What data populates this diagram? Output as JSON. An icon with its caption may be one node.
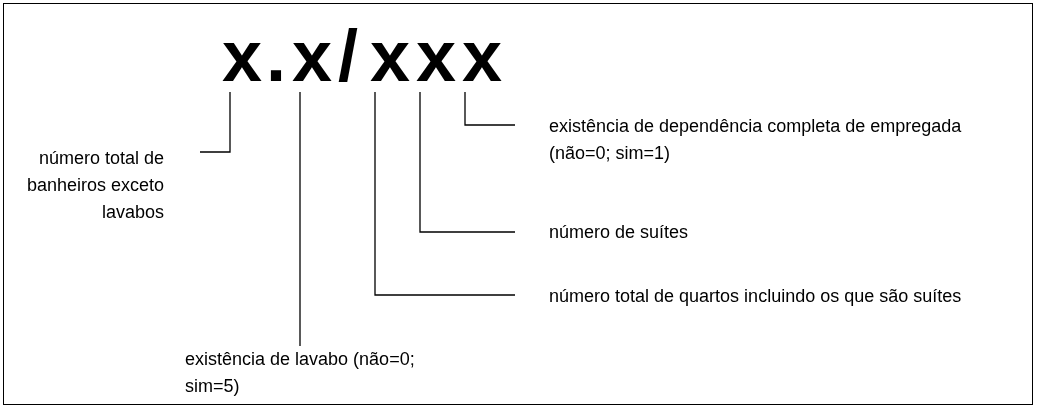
{
  "diagram": {
    "nodes": [
      {
        "text": [
          "x"
        ]
      },
      {
        "text": [
          "x"
        ]
      },
      {
        "text": [
          "x"
        ]
      },
      {
        "text": [
          "x"
        ]
      },
      {
        "text": [
          "x"
        ]
      },
      {
        "text": [
          "número total de banheiros exceto lavabos"
        ]
      },
      {
        "text": [
          "existência de dependência completa de empregada (não=0; sim=1)"
        ]
      },
      {
        "text": [
          "número de suítes"
        ]
      },
      {
        "text": [
          "número total de quartos incluindo os que são suítes"
        ]
      },
      {
        "text": [
          "existência de lavabo (não=0; sim=5)"
        ]
      }
    ],
    "edges": [
      {
        "from": 5,
        "to": 0,
        "arrow": "none"
      },
      {
        "from": 9,
        "to": 1,
        "arrow": "none"
      },
      {
        "from": 8,
        "to": 2,
        "arrow": "none"
      },
      {
        "from": 7,
        "to": 3,
        "arrow": "none"
      },
      {
        "from": 6,
        "to": 4,
        "arrow": "none"
      }
    ],
    "labels": [
      ".",
      "/"
    ]
  }
}
